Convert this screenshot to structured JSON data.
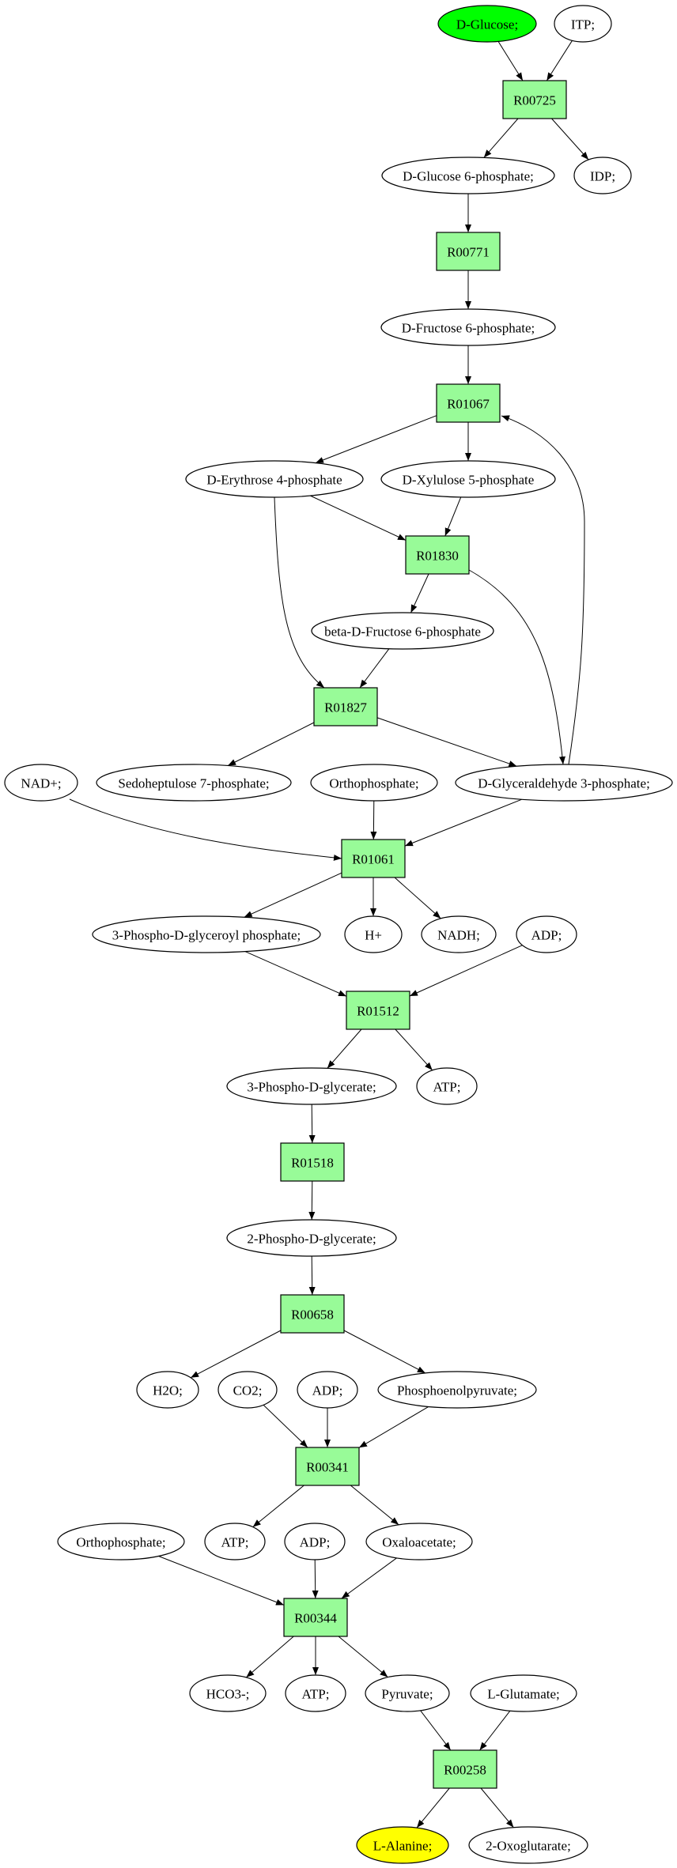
{
  "diagram": {
    "type": "metabolic-pathway-graph",
    "colors": {
      "reaction_fill": "#98fb98",
      "start_fill": "#00ff00",
      "end_fill": "#ffff00",
      "compound_fill": "#ffffff"
    },
    "nodes": [
      {
        "id": "glc",
        "label": "D-Glucose;",
        "kind": "compound",
        "role": "start"
      },
      {
        "id": "itp",
        "label": "ITP;",
        "kind": "compound"
      },
      {
        "id": "R00725",
        "label": "R00725",
        "kind": "reaction"
      },
      {
        "id": "g6p",
        "label": "D-Glucose 6-phosphate;",
        "kind": "compound"
      },
      {
        "id": "idp",
        "label": "IDP;",
        "kind": "compound"
      },
      {
        "id": "R00771",
        "label": "R00771",
        "kind": "reaction"
      },
      {
        "id": "f6p",
        "label": "D-Fructose 6-phosphate;",
        "kind": "compound"
      },
      {
        "id": "R01067",
        "label": "R01067",
        "kind": "reaction"
      },
      {
        "id": "e4p",
        "label": "D-Erythrose 4-phosphate",
        "kind": "compound"
      },
      {
        "id": "x5p",
        "label": "D-Xylulose 5-phosphate",
        "kind": "compound"
      },
      {
        "id": "R01830",
        "label": "R01830",
        "kind": "reaction"
      },
      {
        "id": "bf6p",
        "label": "beta-D-Fructose 6-phosphate",
        "kind": "compound"
      },
      {
        "id": "R01827",
        "label": "R01827",
        "kind": "reaction"
      },
      {
        "id": "nad",
        "label": "NAD+;",
        "kind": "compound"
      },
      {
        "id": "s7p",
        "label": "Sedoheptulose 7-phosphate;",
        "kind": "compound"
      },
      {
        "id": "pi1",
        "label": "Orthophosphate;",
        "kind": "compound"
      },
      {
        "id": "g3p",
        "label": "D-Glyceraldehyde 3-phosphate;",
        "kind": "compound"
      },
      {
        "id": "R01061",
        "label": "R01061",
        "kind": "reaction"
      },
      {
        "id": "bpg",
        "label": "3-Phospho-D-glyceroyl phosphate;",
        "kind": "compound"
      },
      {
        "id": "hplus",
        "label": "H+",
        "kind": "compound"
      },
      {
        "id": "nadh",
        "label": "NADH;",
        "kind": "compound"
      },
      {
        "id": "adp1",
        "label": "ADP;",
        "kind": "compound"
      },
      {
        "id": "R01512",
        "label": "R01512",
        "kind": "reaction"
      },
      {
        "id": "pg3",
        "label": "3-Phospho-D-glycerate;",
        "kind": "compound"
      },
      {
        "id": "atp1",
        "label": "ATP;",
        "kind": "compound"
      },
      {
        "id": "R01518",
        "label": "R01518",
        "kind": "reaction"
      },
      {
        "id": "pg2",
        "label": "2-Phospho-D-glycerate;",
        "kind": "compound"
      },
      {
        "id": "R00658",
        "label": "R00658",
        "kind": "reaction"
      },
      {
        "id": "h2o",
        "label": "H2O;",
        "kind": "compound"
      },
      {
        "id": "co2",
        "label": "CO2;",
        "kind": "compound"
      },
      {
        "id": "adp2",
        "label": "ADP;",
        "kind": "compound"
      },
      {
        "id": "pep",
        "label": "Phosphoenolpyruvate;",
        "kind": "compound"
      },
      {
        "id": "R00341",
        "label": "R00341",
        "kind": "reaction"
      },
      {
        "id": "pi2",
        "label": "Orthophosphate;",
        "kind": "compound"
      },
      {
        "id": "atp2",
        "label": "ATP;",
        "kind": "compound"
      },
      {
        "id": "adp3",
        "label": "ADP;",
        "kind": "compound"
      },
      {
        "id": "oaa",
        "label": "Oxaloacetate;",
        "kind": "compound"
      },
      {
        "id": "R00344",
        "label": "R00344",
        "kind": "reaction"
      },
      {
        "id": "hco3",
        "label": "HCO3-;",
        "kind": "compound"
      },
      {
        "id": "atp3",
        "label": "ATP;",
        "kind": "compound"
      },
      {
        "id": "pyr",
        "label": "Pyruvate;",
        "kind": "compound"
      },
      {
        "id": "glu",
        "label": "L-Glutamate;",
        "kind": "compound"
      },
      {
        "id": "R00258",
        "label": "R00258",
        "kind": "reaction"
      },
      {
        "id": "ala",
        "label": "L-Alanine;",
        "kind": "compound",
        "role": "end"
      },
      {
        "id": "akg",
        "label": "2-Oxoglutarate;",
        "kind": "compound"
      }
    ],
    "edges": [
      [
        "glc",
        "R00725"
      ],
      [
        "itp",
        "R00725"
      ],
      [
        "R00725",
        "g6p"
      ],
      [
        "R00725",
        "idp"
      ],
      [
        "g6p",
        "R00771"
      ],
      [
        "R00771",
        "f6p"
      ],
      [
        "f6p",
        "R01067"
      ],
      [
        "R01067",
        "e4p"
      ],
      [
        "R01067",
        "x5p"
      ],
      [
        "e4p",
        "R01830"
      ],
      [
        "x5p",
        "R01830"
      ],
      [
        "R01830",
        "bf6p"
      ],
      [
        "R01830",
        "g3p"
      ],
      [
        "e4p",
        "R01827"
      ],
      [
        "bf6p",
        "R01827"
      ],
      [
        "R01827",
        "s7p"
      ],
      [
        "R01827",
        "g3p"
      ],
      [
        "g3p",
        "R01067"
      ],
      [
        "nad",
        "R01061"
      ],
      [
        "pi1",
        "R01061"
      ],
      [
        "g3p",
        "R01061"
      ],
      [
        "R01061",
        "bpg"
      ],
      [
        "R01061",
        "hplus"
      ],
      [
        "R01061",
        "nadh"
      ],
      [
        "bpg",
        "R01512"
      ],
      [
        "adp1",
        "R01512"
      ],
      [
        "R01512",
        "pg3"
      ],
      [
        "R01512",
        "atp1"
      ],
      [
        "pg3",
        "R01518"
      ],
      [
        "R01518",
        "pg2"
      ],
      [
        "pg2",
        "R00658"
      ],
      [
        "R00658",
        "h2o"
      ],
      [
        "R00658",
        "pep"
      ],
      [
        "co2",
        "R00341"
      ],
      [
        "adp2",
        "R00341"
      ],
      [
        "pep",
        "R00341"
      ],
      [
        "R00341",
        "atp2"
      ],
      [
        "R00341",
        "oaa"
      ],
      [
        "pi2",
        "R00344"
      ],
      [
        "adp3",
        "R00344"
      ],
      [
        "oaa",
        "R00344"
      ],
      [
        "R00344",
        "hco3"
      ],
      [
        "R00344",
        "atp3"
      ],
      [
        "R00344",
        "pyr"
      ],
      [
        "pyr",
        "R00258"
      ],
      [
        "glu",
        "R00258"
      ],
      [
        "R00258",
        "ala"
      ],
      [
        "R00258",
        "akg"
      ]
    ]
  }
}
